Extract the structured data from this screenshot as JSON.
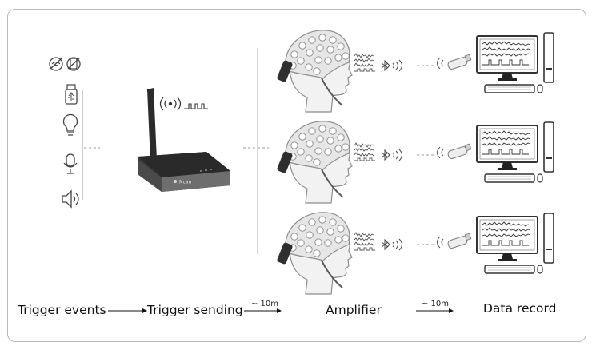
{
  "stages": {
    "trigger_events": "Trigger events",
    "trigger_sending": "Trigger sending",
    "amplifier": "Amplifier",
    "data_record": "Data record"
  },
  "distances": {
    "sender_to_amplifier": "~ 10m",
    "amplifier_to_record": "~ 10m"
  },
  "device": {
    "brand": "Ncan"
  },
  "trigger_event_icons": [
    "no-wifi-phone-icon",
    "usb-icon",
    "light-bulb-icon",
    "microphone-icon",
    "speaker-icon"
  ],
  "channels": [
    "channel-1",
    "channel-2",
    "channel-3"
  ]
}
